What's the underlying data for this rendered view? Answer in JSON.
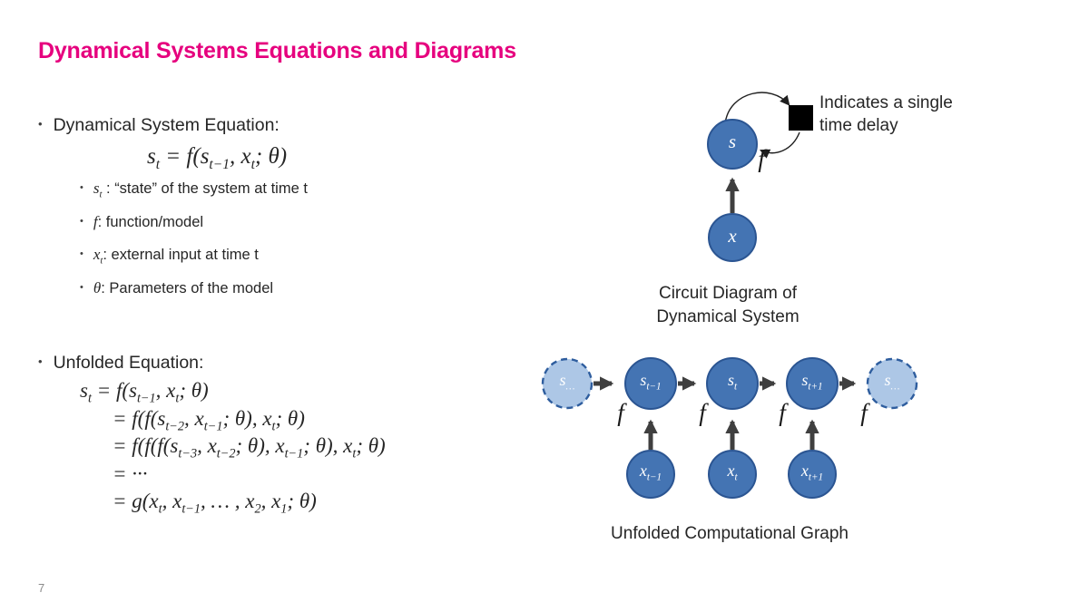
{
  "slide": {
    "title": "Dynamical Systems Equations and Diagrams",
    "page_number": "7"
  },
  "colors": {
    "title_accent": "#e6007e",
    "node_fill": "#4474b3",
    "node_stroke": "#2b5592",
    "ghost_fill": "#adc7e6",
    "arrow_gray": "#3f3f3f",
    "delay_square": "#000000"
  },
  "left": {
    "bullet1_label": "Dynamical System Equation:",
    "equation1": "s[t] = f(s[t−1], x[t]; θ)",
    "terms": [
      {
        "term": "s[t]",
        "sep": " : ",
        "desc": "“state” of the system at time t"
      },
      {
        "term": "f",
        "sep": ": ",
        "desc": "function/model"
      },
      {
        "term": "x[t]",
        "sep": ": ",
        "desc": "external input at time t"
      },
      {
        "term": "θ",
        "sep": ": ",
        "desc": "Parameters of the model"
      }
    ],
    "bullet2_label": "Unfolded Equation:",
    "unfolded_lines": [
      "s[t] = f(s[t−1], x[t]; θ)",
      "= f(f(s[t−2], x[t−1]; θ), x[t]; θ)",
      "= f(f(f(s[t−3], x[t−2]; θ), x[t−1]; θ), x[t]; θ)",
      "= ···",
      "= g(x[t], x[t−1], … , x[2], x[1]; θ)"
    ]
  },
  "circuit": {
    "node_s": "s",
    "node_x": "x",
    "f_label": "f",
    "legend_line1": "Indicates a single",
    "legend_line2": "time delay",
    "caption_line1": "Circuit Diagram of",
    "caption_line2": "Dynamical System"
  },
  "unfolded_graph": {
    "s_nodes": [
      "s[…]",
      "s[t−1]",
      "s[t]",
      "s[t+1]",
      "s[…]"
    ],
    "x_nodes": [
      "x[t−1]",
      "x[t]",
      "x[t+1]"
    ],
    "f_labels": [
      "f",
      "f",
      "f",
      "f"
    ],
    "caption": "Unfolded Computational Graph"
  }
}
